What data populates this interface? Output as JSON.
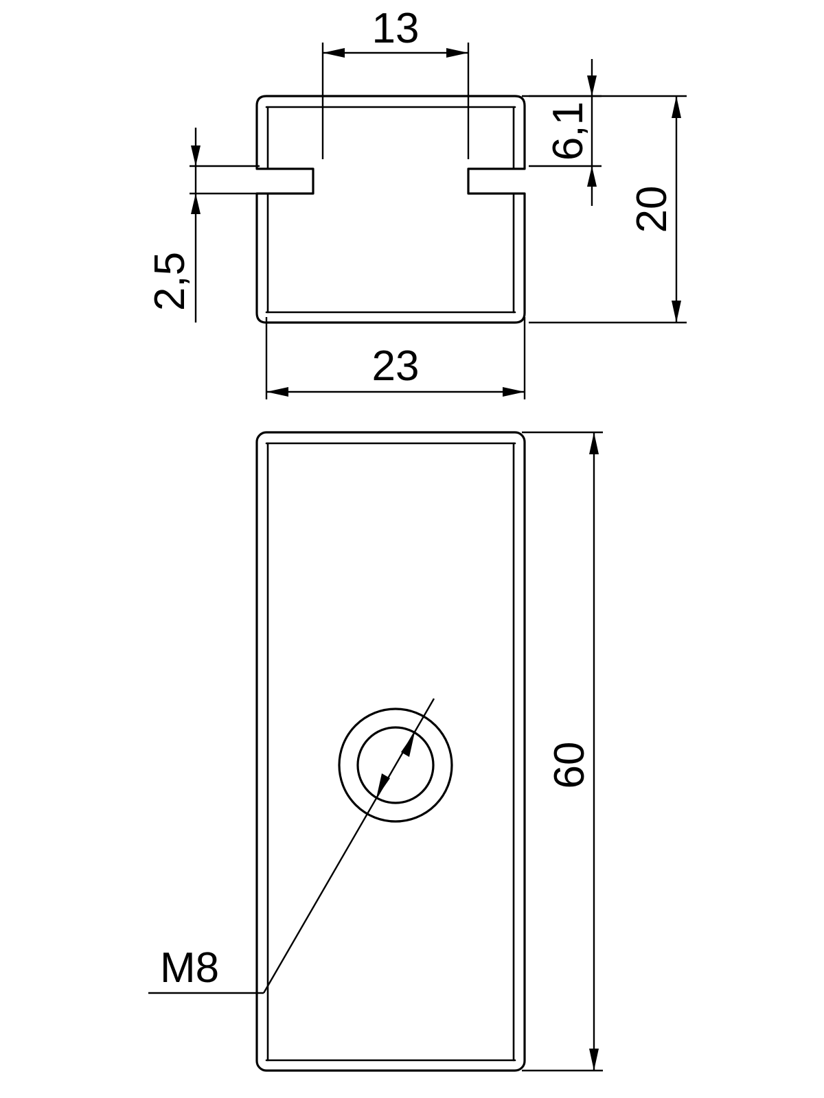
{
  "drawing": {
    "line_color": "#000000",
    "background_color": "#ffffff",
    "dimensions": {
      "slot_width": "13",
      "upper_height": "6,1",
      "total_height": "20",
      "slot_depth": "2,5",
      "total_width": "23",
      "length": "60",
      "thread": "M8"
    }
  }
}
